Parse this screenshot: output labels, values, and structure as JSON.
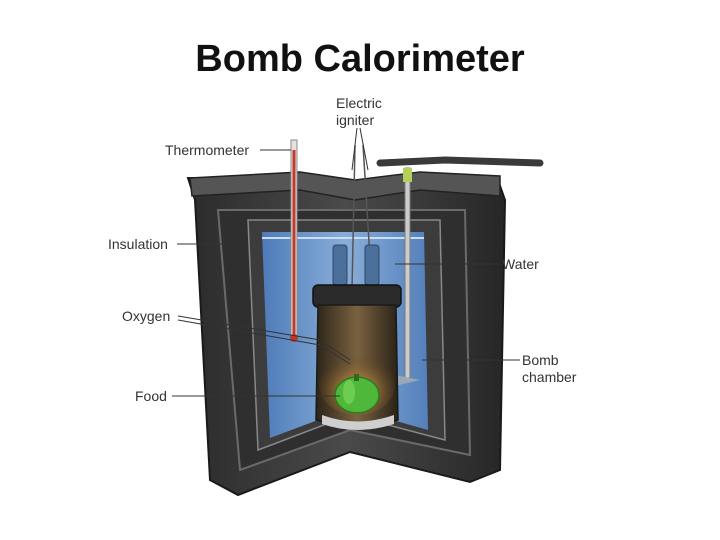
{
  "title": "Bomb Calorimeter",
  "labels": {
    "electric_igniter_line1": "Electric",
    "electric_igniter_line2": "igniter",
    "thermometer": "Thermometer",
    "insulation": "Insulation",
    "water": "Water",
    "oxygen": "Oxygen",
    "bomb_chamber_line1": "Bomb",
    "bomb_chamber_line2": "chamber",
    "food": "Food"
  },
  "colors": {
    "outer_shell": "#3a3a3a",
    "water": "#7fa9d9",
    "bomb_body": "#5a4a33",
    "food": "#4fb83a"
  }
}
